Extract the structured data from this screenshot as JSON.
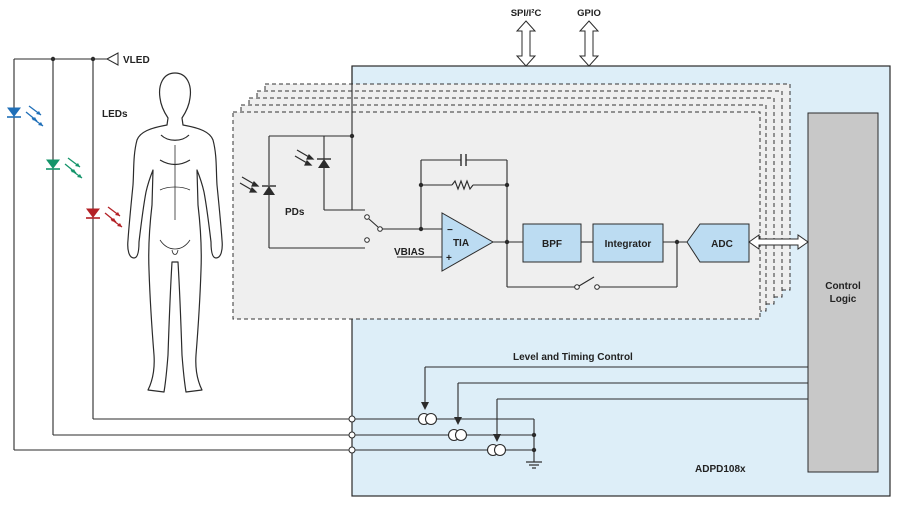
{
  "labels": {
    "spi": "SPI/I²C",
    "gpio": "GPIO",
    "vled": "VLED",
    "leds": "LEDs",
    "pds": "PDs",
    "vbias": "VBIAS",
    "tia": "TIA",
    "bpf": "BPF",
    "integrator": "Integrator",
    "adc": "ADC",
    "control_line1": "Control",
    "control_line2": "Logic",
    "level_timing": "Level and Timing Control",
    "chip": "ADPD108x",
    "opamp_minus": "−",
    "opamp_plus": "+"
  },
  "colors": {
    "chip_fill": "#ddeef8",
    "channel_fill": "#efefef",
    "control_fill": "#c8c8c8",
    "led_blue": "#1f6fb8",
    "led_green": "#14946a",
    "led_red": "#b32025"
  }
}
